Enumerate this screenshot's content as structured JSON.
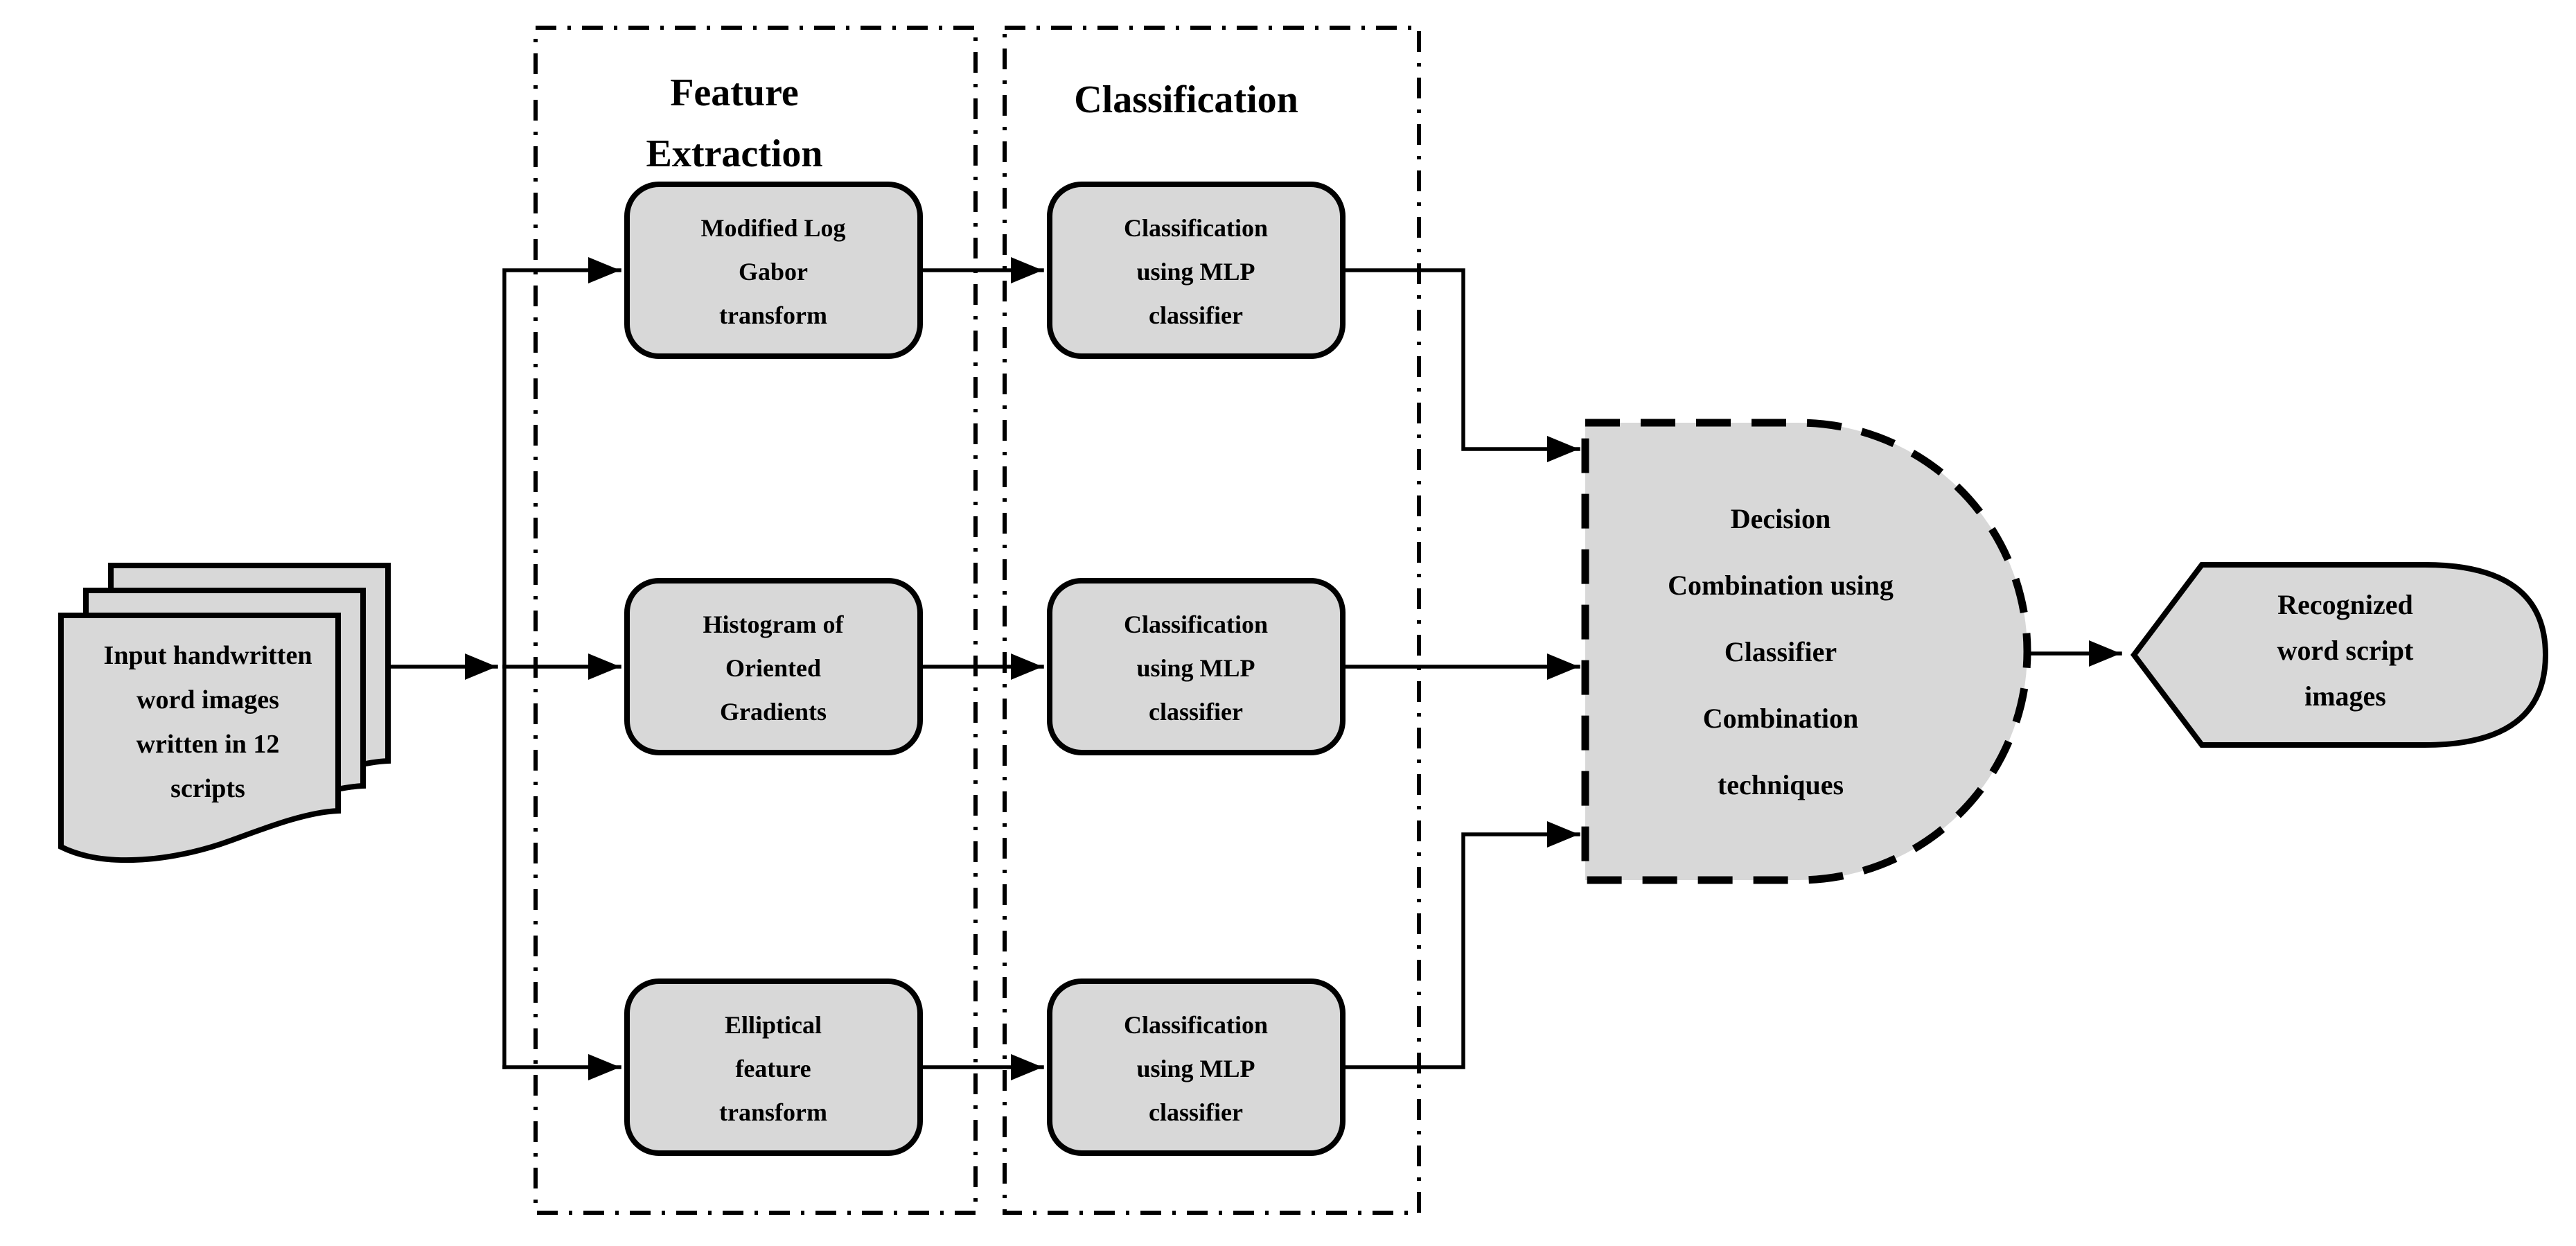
{
  "figure": {
    "type": "flowchart",
    "background": "#ffffff",
    "colors": {
      "node_fill": "#d8d8d8",
      "line": "#000000",
      "text": "#000000"
    },
    "input": {
      "lines": [
        "Input handwritten",
        "word images",
        "written in 12",
        "scripts"
      ]
    },
    "feature_extraction": {
      "title_lines": [
        "Feature",
        "Extraction"
      ],
      "boxes": [
        {
          "lines": [
            "Modified Log",
            "Gabor",
            "transform"
          ]
        },
        {
          "lines": [
            "Histogram of",
            "Oriented",
            "Gradients"
          ]
        },
        {
          "lines": [
            "Elliptical",
            "feature",
            "transform"
          ]
        }
      ]
    },
    "classification": {
      "title": "Classification",
      "boxes": [
        {
          "lines": [
            "Classification",
            "using MLP",
            "classifier"
          ]
        },
        {
          "lines": [
            "Classification",
            "using MLP",
            "classifier"
          ]
        },
        {
          "lines": [
            "Classification",
            "using MLP",
            "classifier"
          ]
        }
      ]
    },
    "decision": {
      "lines": [
        "Decision",
        "Combination using",
        "Classifier",
        "Combination",
        "techniques"
      ]
    },
    "output": {
      "lines": [
        "Recognized",
        "word script",
        "images"
      ]
    }
  }
}
